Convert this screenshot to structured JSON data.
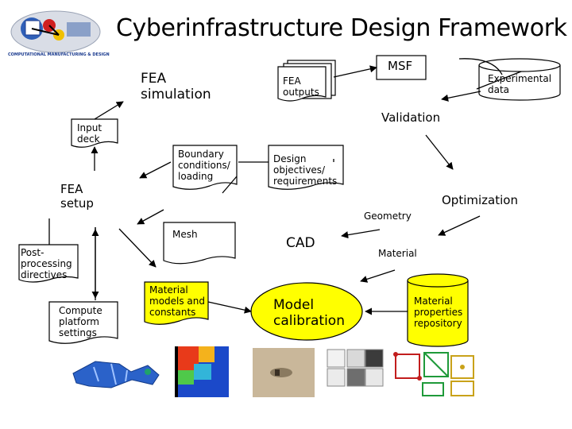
{
  "title": "Cyberinfrastructure Design Framework",
  "logo": {
    "caption": "COMPUTATIONAL MANUFACTURING & DESIGN"
  },
  "nodes": {
    "fea_simulation": "FEA\nsimulation",
    "fea_outputs": "FEA\noutputs",
    "msf": "MSF",
    "experimental_data": "Experimental\ndata",
    "validation": "Validation",
    "input_deck": "Input\ndeck",
    "boundary_conditions": "Boundary\nconditions/\nloading",
    "design_objectives": "Design\nobjectives/\nrequirements",
    "fea_setup": "FEA\nsetup",
    "optimization": "Optimization",
    "geometry": "Geometry",
    "mesh": "Mesh",
    "cad": "CAD",
    "post_processing": "Post-\nprocessing\ndirectives",
    "material": "Material",
    "compute_platform": "Compute\nplatform\nsettings",
    "material_models": "Material\nmodels and\nconstants",
    "model_calibration": "Model\ncalibration",
    "material_repository": "Material\nproperties\nrepository"
  },
  "colors": {
    "highlight": "#ffff00",
    "line": "#000000",
    "logo_blue": "#1b3b8f"
  }
}
